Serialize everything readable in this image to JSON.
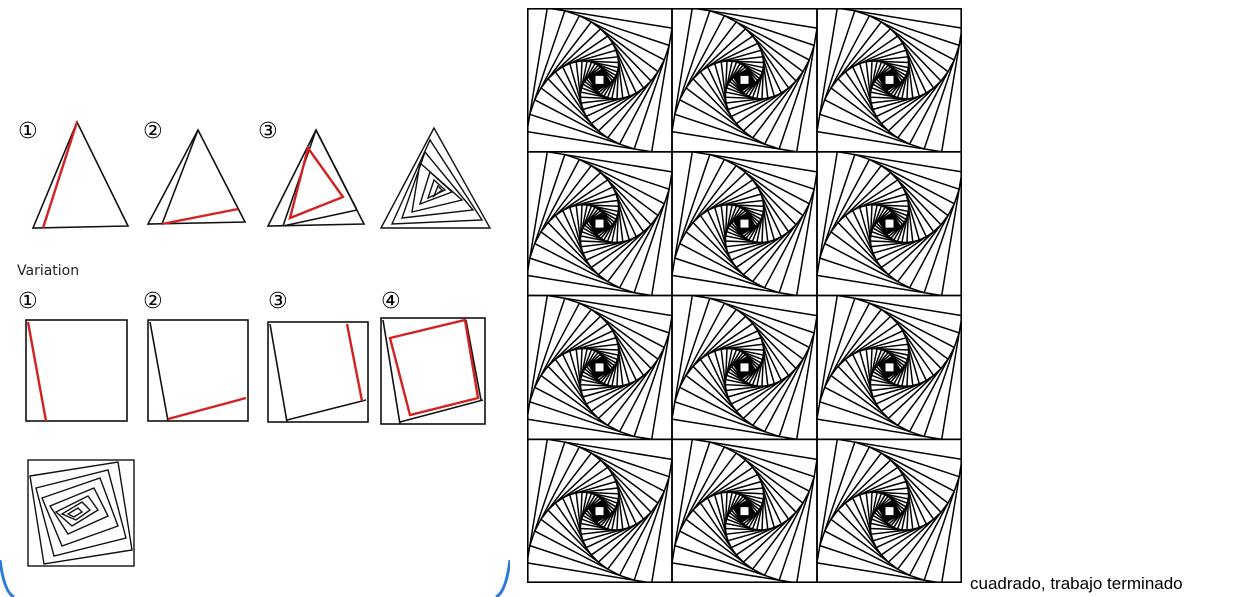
{
  "left_panel": {
    "triangle_steps": [
      "①",
      "②",
      "③"
    ],
    "variation_label": "Variation",
    "square_steps": [
      "①",
      "②",
      "③",
      "④"
    ],
    "accent_color": "#d42020",
    "line_color": "#111111"
  },
  "right_panel": {
    "grid_rows": 4,
    "grid_cols": 3
  },
  "caption": "cuadrado, trabajo terminado"
}
